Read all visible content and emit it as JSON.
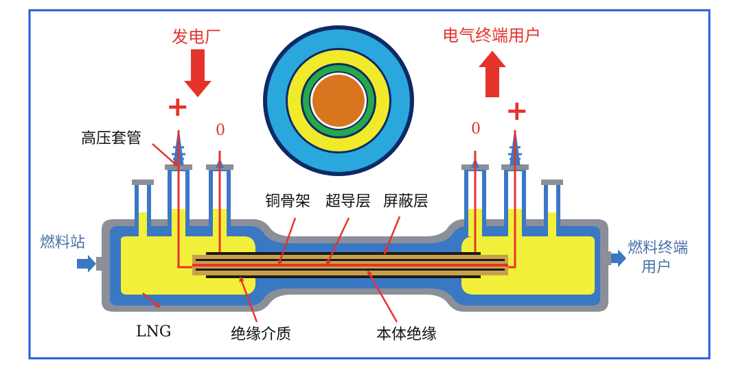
{
  "labels": {
    "power_plant": "发电厂",
    "end_user_electric": "电气终端用户",
    "hv_bushing": "高压套管",
    "fuel_station": "燃料站",
    "fuel_end_user_line1": "燃料终端",
    "fuel_end_user_line2": "用户",
    "copper_former": "铜骨架",
    "superconducting_layer": "超导层",
    "shield_layer": "屏蔽层",
    "lng": "LNG",
    "insulating_medium": "绝缘介质",
    "body_insulation": "本体绝缘",
    "plus_left": "+",
    "plus_right": "+",
    "zero_left": "0",
    "zero_right": "0"
  },
  "colors": {
    "border": "#1f5fd6",
    "outer_shell": "#8a8f98",
    "cryostat_blue": "#3a78c4",
    "lng_yellow": "#f2f03a",
    "arrow_red": "#e5332a",
    "label_blue": "#4a6fa8",
    "cross_outer": "#2aa7dc",
    "cross_yellow": "#f0ea2a",
    "cross_green": "#25a74a",
    "cross_core": "#d9751f"
  }
}
